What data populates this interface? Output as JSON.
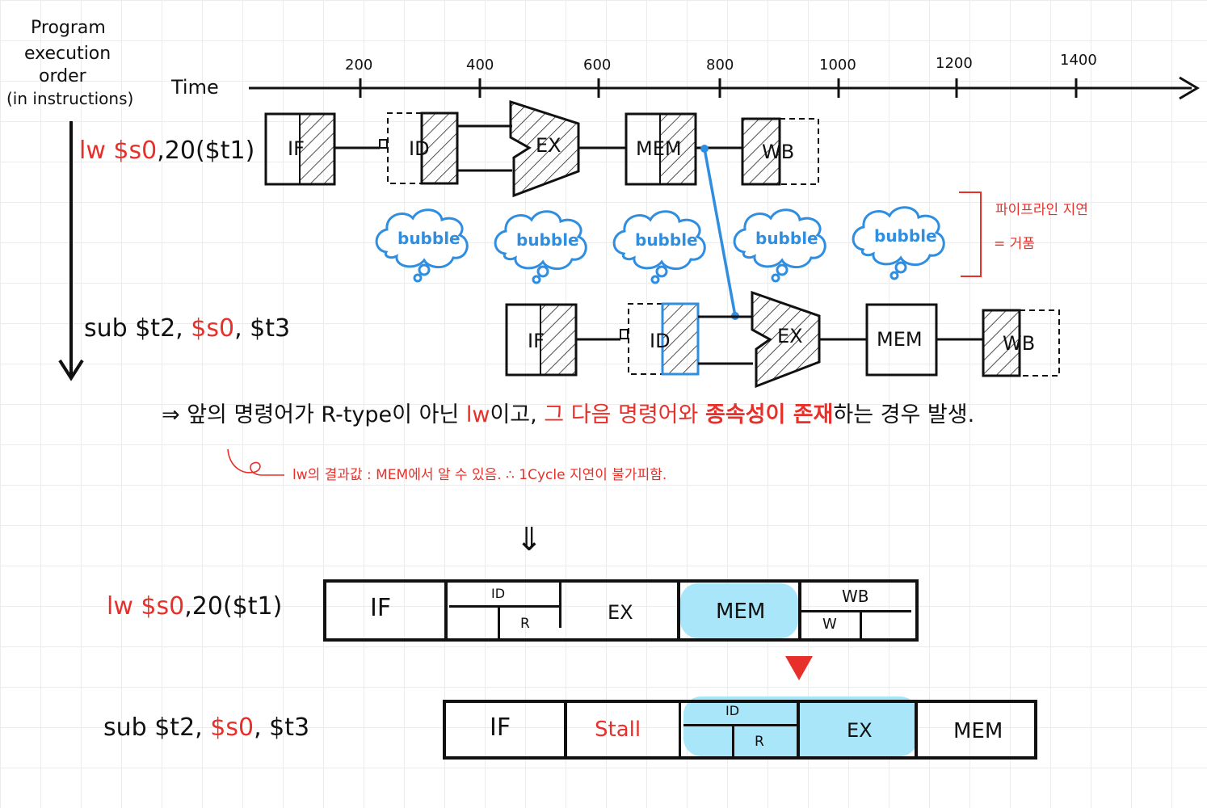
{
  "header": {
    "order_label_lines": [
      "Program",
      "execution",
      "order",
      "(in instructions)"
    ],
    "time_label": "Time",
    "ticks": [
      "200",
      "400",
      "600",
      "800",
      "1000",
      "1200",
      "1400"
    ]
  },
  "instructions": {
    "lw": {
      "op": "lw",
      "reg": "$s0",
      "rest": ",20($t1)"
    },
    "sub": {
      "op": "sub $t2,",
      "reg": "$s0",
      "rest": ", $t3"
    }
  },
  "stages": {
    "if": "IF",
    "id": "ID",
    "ex": "EX",
    "mem": "MEM",
    "wb": "WB"
  },
  "bubble_label": "bubble",
  "bubble_note": {
    "line1": "파이프라인 지연",
    "line2": "= 거품"
  },
  "summary": {
    "arrow": "⇒",
    "part1": "앞의 명령어가 R-type이 아닌",
    "part2": "lw",
    "part3": "이고,",
    "part4": "그 다음 명령어와",
    "part5": "종속성이 존재",
    "part6": "하는 경우 발생."
  },
  "footnote": "lw의 결과값 : MEM에서 알 수 있음. ∴ 1Cycle 지연이 불가피함.",
  "down_arrow": "⇓",
  "table": {
    "row1": {
      "if": "IF",
      "id": "ID",
      "r": "R",
      "ex": "EX",
      "mem": "MEM",
      "wb": "WB",
      "w": "W"
    },
    "row2": {
      "if": "IF",
      "stall": "Stall",
      "id": "ID",
      "r": "R",
      "ex": "EX",
      "mem": "MEM"
    }
  },
  "colors": {
    "red": "#e8302a",
    "blue": "#2f8ee0",
    "highlight": "#a9e6fa"
  }
}
